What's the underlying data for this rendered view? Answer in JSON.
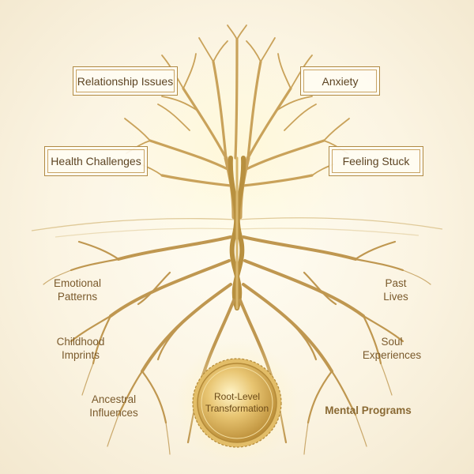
{
  "symptoms": {
    "relationship": "Relationship Issues",
    "anxiety": "Anxiety",
    "health": "Health Challenges",
    "stuck": "Feeling Stuck"
  },
  "roots": {
    "emotional": [
      "Emotional",
      "Patterns"
    ],
    "childhood": [
      "Childhood",
      "Imprints"
    ],
    "ancestral": [
      "Ancestral",
      "Influences"
    ],
    "past_lives": [
      "Past",
      "Lives"
    ],
    "soul": [
      "Soul",
      "Experiences"
    ],
    "mental": "Mental Programs"
  },
  "medallion": [
    "Root-Level",
    "Transformation"
  ],
  "colors": {
    "gold": "#c9a25a",
    "gold_dark": "#a7803c",
    "text": "#6b4e26",
    "background": "#fbf4e2"
  }
}
